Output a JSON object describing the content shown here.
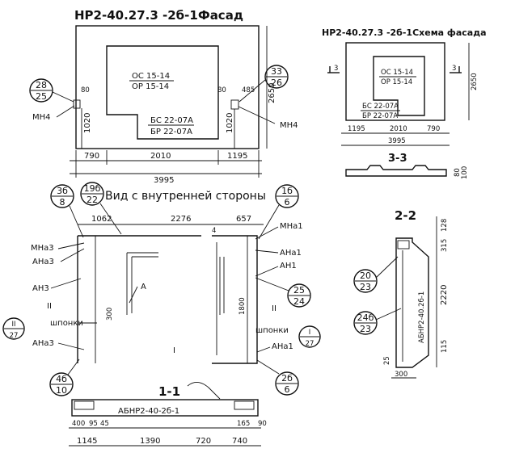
{
  "facade": {
    "title": "НР2-40.27.3 -2б-1Фасад",
    "win_top": "ОС 15-14",
    "win_bottom": "ОР 15-14",
    "door_top": "БС 22-07А",
    "door_bottom": "БР 22-07А",
    "mn4_left": "МН4",
    "mn4_right": "МН4",
    "bubble_left_top": "28",
    "bubble_left_bottom": "25",
    "bubble_right_top": "33",
    "bubble_right_bottom": "26",
    "dim_80_left": "80",
    "dim_80_right": "80",
    "dim_485": "485",
    "dim_1020_left": "1020",
    "dim_1020_right": "1020",
    "dim_2650": "2650",
    "dim_790": "790",
    "dim_2010": "2010",
    "dim_1195": "1195",
    "dim_3995": "3995"
  },
  "scheme": {
    "title": "НР2-40.27.3 -2б-1Схема фасада",
    "win_top": "ОС 15-14",
    "win_bottom": "ОР 15-14",
    "door_top": "БС 22-07А",
    "door_bottom": "БР 22-07А",
    "mark_left": "3",
    "mark_right": "3",
    "dim_2650": "2650",
    "dim_1195": "1195",
    "dim_2010": "2010",
    "dim_790": "790",
    "dim_3995": "3995",
    "section_label": "3-3",
    "dim_80": "80",
    "dim_100": "100"
  },
  "inner": {
    "title": "Вид с внутренней стороны",
    "bubble_3b_top": "3б",
    "bubble_3b_bottom": "8",
    "bubble_19b_top": "19б",
    "bubble_19b_bottom": "22",
    "bubble_1b_top": "1б",
    "bubble_1b_bottom": "6",
    "dim_1062": "1062",
    "dim_2276": "2276",
    "dim_657": "657",
    "dim_4": "4",
    "dim_300": "300",
    "dim_1800": "1800",
    "mna3_1": "МНа3",
    "ana3_1": "АНа3",
    "an3": "АН3",
    "shponki_left": "шпонки",
    "ana3_2": "АНа3",
    "mna1": "МНа1",
    "ana1_1": "АНа1",
    "an1": "АН1",
    "shponki_right": "шпонки",
    "ana1_2": "АНа1",
    "label_a": "А",
    "mark_ii_1": "II",
    "mark_ii_2": "II",
    "bubble_ii_top": "II",
    "bubble_ii_bottom": "27",
    "bubble_i_top": "I",
    "bubble_i_bottom": "27",
    "bubble_4b_top": "4б",
    "bubble_4b_bottom": "10",
    "bubble_25_top": "25",
    "bubble_25_bottom": "24",
    "bubble_2b_top": "2б",
    "bubble_2b_bottom": "6",
    "mark_i": "I"
  },
  "sec22": {
    "title": "2-2",
    "bubble_20_top": "20",
    "bubble_20_bottom": "23",
    "bubble_24b_top": "24б",
    "bubble_24b_bottom": "23",
    "vertical_label": "АБНР2-40.2б-1",
    "dim_128": "128",
    "dim_315": "315",
    "dim_2220": "2220",
    "dim_115": "115",
    "dim_25": "25",
    "dim_300": "300"
  },
  "sec11": {
    "title": "1-1",
    "label": "АБНР2-40-2б-1",
    "dim_400": "400",
    "dim_95": "95",
    "dim_45": "45",
    "dim_165": "165",
    "dim_90": "90",
    "dim_1145": "1145",
    "dim_1390": "1390",
    "dim_720": "720",
    "dim_740": "740"
  }
}
